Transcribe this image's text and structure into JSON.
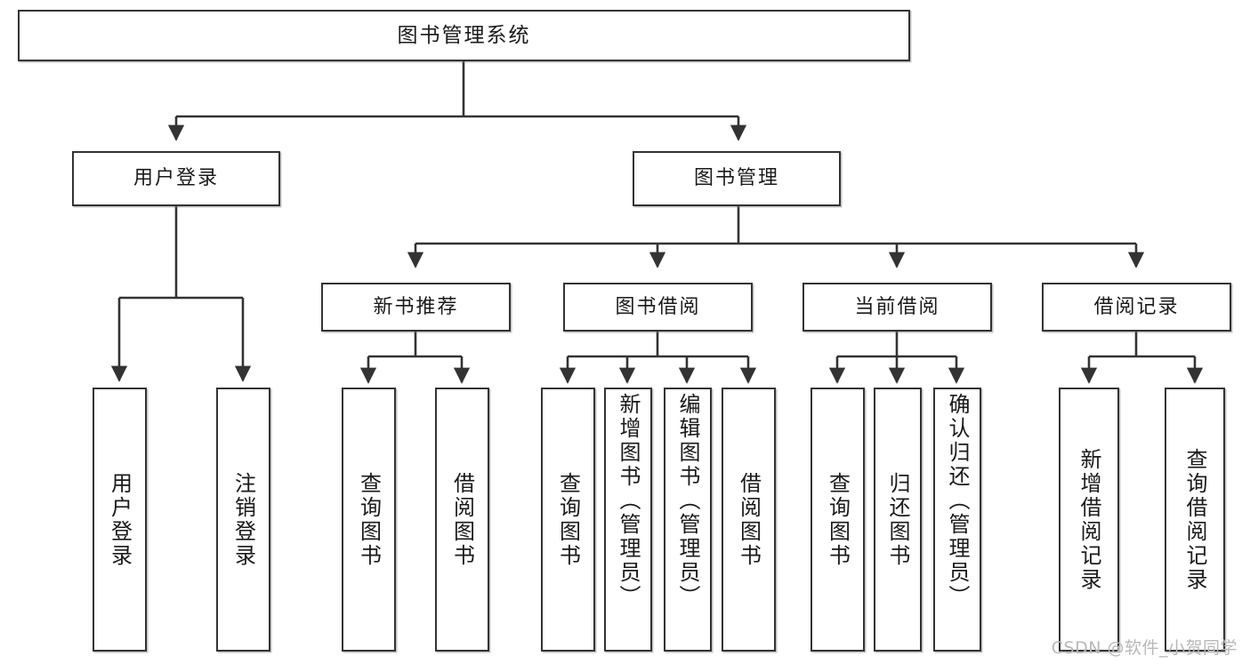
{
  "diagram": {
    "title": "图书管理系统",
    "watermark": "CSDN @软件_小贺同学",
    "line_color": "#333333",
    "box_fill": "#ffffff",
    "text_color": "#1a1a1a",
    "nodes": {
      "root": {
        "label": "图书管理系统"
      },
      "level2": [
        {
          "id": "user-login",
          "label": "用户登录"
        },
        {
          "id": "book-manage",
          "label": "图书管理"
        }
      ],
      "level3": [
        {
          "id": "new-book-recommend",
          "label": "新书推荐"
        },
        {
          "id": "book-borrow",
          "label": "图书借阅"
        },
        {
          "id": "current-borrow",
          "label": "当前借阅"
        },
        {
          "id": "borrow-record",
          "label": "借阅记录"
        }
      ],
      "leaves": {
        "user-login": [
          {
            "id": "leaf-user-login",
            "label": "用户登录"
          },
          {
            "id": "leaf-user-logout",
            "label": "注销登录"
          }
        ],
        "new-book-recommend": [
          {
            "id": "leaf-query-book-1",
            "label": "查询图书"
          },
          {
            "id": "leaf-borrow-book-1",
            "label": "借阅图书"
          }
        ],
        "book-borrow": [
          {
            "id": "leaf-query-book-2",
            "label": "查询图书"
          },
          {
            "id": "leaf-add-book",
            "label": "新增图书（管理员）"
          },
          {
            "id": "leaf-edit-book",
            "label": "编辑图书（管理员）"
          },
          {
            "id": "leaf-borrow-book-2",
            "label": "借阅图书"
          }
        ],
        "current-borrow": [
          {
            "id": "leaf-query-book-3",
            "label": "查询图书"
          },
          {
            "id": "leaf-return-book",
            "label": "归还图书"
          },
          {
            "id": "leaf-confirm-return",
            "label": "确认归还（管理员）"
          }
        ],
        "borrow-record": [
          {
            "id": "leaf-add-record",
            "label": "新增借阅记录"
          },
          {
            "id": "leaf-query-record",
            "label": "查询借阅记录"
          }
        ]
      }
    }
  }
}
